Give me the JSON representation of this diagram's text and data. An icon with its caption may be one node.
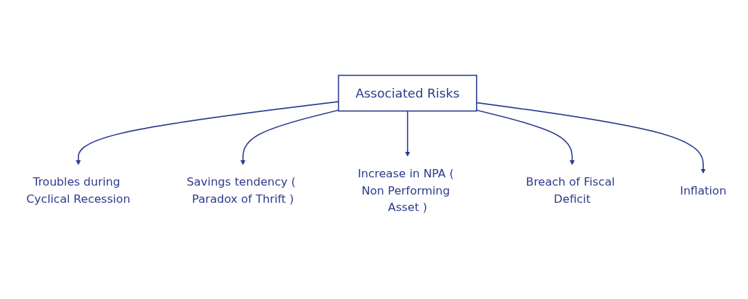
{
  "diagram": {
    "nodes": [
      {
        "text": [
          "Associated Risks"
        ]
      },
      {
        "text": [
          "Inflation"
        ]
      },
      {
        "text": [
          "Troubles during Cyclical Recession"
        ]
      },
      {
        "text": [
          "Breach of Fiscal Deficit"
        ]
      },
      {
        "text": [
          "Savings tendency ( Paradox of Thrift )"
        ]
      },
      {
        "text": [
          "Increase in NPA ( Non Performing Asset )"
        ]
      }
    ],
    "edges": [
      {
        "from": 0,
        "to": 2,
        "arrow": "to"
      },
      {
        "from": 0,
        "to": 4,
        "arrow": "to"
      },
      {
        "from": 0,
        "to": 5,
        "arrow": "to"
      },
      {
        "from": 0,
        "to": 3,
        "arrow": "to"
      },
      {
        "from": 0,
        "to": 1,
        "arrow": "to"
      }
    ]
  }
}
